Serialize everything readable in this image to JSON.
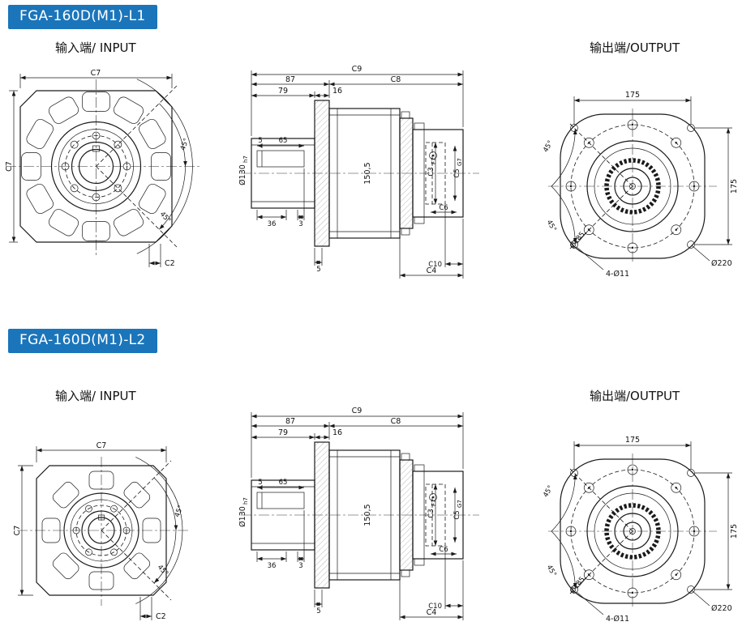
{
  "colors": {
    "badge_bg": "#1b75bb",
    "badge_text": "#ffffff",
    "line": "#1a1a1a"
  },
  "sections": [
    {
      "badge": "FGA-160D(M1)-L1",
      "input_label": "输入端/ INPUT",
      "output_label": "输出端/OUTPUT",
      "input_dims": {
        "c7_top": "C7",
        "c7_left": "C7",
        "c2": "C2",
        "angle_top": "45°",
        "angle_bottom": "45°"
      },
      "side_dims": {
        "c9": "C9",
        "d87": "87",
        "c8": "C8",
        "d79": "79",
        "d16": "16",
        "d5_key": "5",
        "d65": "65",
        "dia130": "Ø130",
        "dia130_sub": "h7",
        "d150": "150,5",
        "d36": "36",
        "d3": "3",
        "d5_flange": "5",
        "c3": "C3",
        "c3_sub": "F7",
        "c5": "C5",
        "c5_sub": "G7",
        "c6": "C6",
        "c10": "C10",
        "c4": "C4"
      },
      "output_dims": {
        "d175_top": "175",
        "d175_right": "175",
        "angle_top": "45°",
        "angle_bottom": "45°",
        "dia185": "Ø185",
        "holes": "4-Ø11",
        "dia220": "Ø220"
      }
    },
    {
      "badge": "FGA-160D(M1)-L2",
      "input_label": "输入端/ INPUT",
      "output_label": "输出端/OUTPUT",
      "input_dims": {
        "c7_top": "C7",
        "c7_left": "C7",
        "c2": "C2",
        "angle_top": "45°",
        "angle_bottom": "45°"
      },
      "side_dims": {
        "c9": "C9",
        "d87": "87",
        "c8": "C8",
        "d79": "79",
        "d16": "16",
        "d5_key": "5",
        "d65": "65",
        "dia130": "Ø130",
        "dia130_sub": "h7",
        "d150": "150,5",
        "d36": "36",
        "d3": "3",
        "d5_flange": "5",
        "c3": "C3",
        "c3_sub": "F7",
        "c5": "C5",
        "c5_sub": "G7",
        "c6": "C6",
        "c10": "C10",
        "c4": "C4"
      },
      "output_dims": {
        "d175_top": "175",
        "d175_right": "175",
        "angle_top": "45°",
        "angle_bottom": "45°",
        "dia185": "Ø185",
        "holes": "4-Ø11",
        "dia220": "Ø220"
      }
    }
  ]
}
